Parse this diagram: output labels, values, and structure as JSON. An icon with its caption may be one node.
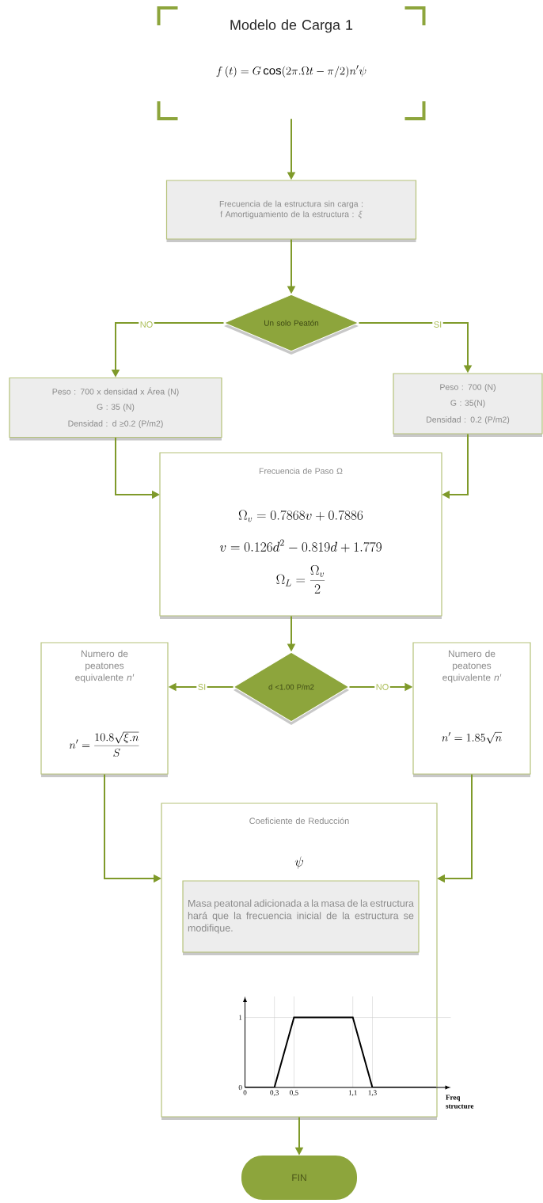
{
  "diagram": {
    "nodes": [
      {
        "text": [
          "Modelo de Carga 1",
          "f\\left(t\\right)=G\\cos(2\\pi.\\Omega t-\\pi/2)n'\\psi"
        ]
      },
      {
        "text": [
          "Frecuencia de la estructura sin carga : f Amortiguamiento de la estructura : *ξ*"
        ]
      },
      {
        "text": [
          "Un solo Peatón"
        ]
      },
      {
        "text": [
          "Peso : 700 x densidad x Área (N)",
          "G : 35 (N)",
          "Densidad : d ≥0.2 (P/m2)"
        ]
      },
      {
        "text": [
          "Peso : 700 (N)",
          "G : 35(N)",
          "Densidad : 0.2 (P/m2)"
        ]
      },
      {
        "text": [
          "Frecuencia de Paso Ω",
          "\\Omega_{v}=0.7868v+0.7886",
          "v=0.126d^{2}-0.819d+1.779",
          "\\Omega_{L}=\\frac{\\Omega_{v}}{2}"
        ]
      },
      {
        "text": [
          "d <1.00 P/m2"
        ]
      },
      {
        "text": [
          "Numero de peatones equivalente *n′*",
          "n'=\\frac{10.8\\sqrt{\\xi.n}}{S}"
        ]
      },
      {
        "text": [
          "Numero de peatones equivalente *n′*",
          "n'=1.85\\sqrt{n}"
        ]
      },
      {
        "text": [
          "Coeficiente de Reducción",
          "\\psi"
        ]
      },
      {
        "text": [
          "Masa peatonal adicionada a la masa de la estructura hará que la frecuencia inicial de la estructura se modifique."
        ],
        "in": 9
      },
      {
        "text": [
          "FIN"
        ]
      }
    ],
    "edges": [
      {
        "from": 0,
        "to": 1,
        "arrow": "to"
      },
      {
        "from": 1,
        "to": 2,
        "arrow": "to"
      },
      {
        "from": 2,
        "to": 3,
        "arrow": "to",
        "label": "NO"
      },
      {
        "from": 2,
        "to": 4,
        "arrow": "to",
        "label": "SI"
      },
      {
        "from": 3,
        "to": 5,
        "arrow": "to"
      },
      {
        "from": 4,
        "to": 5,
        "arrow": "to"
      },
      {
        "from": 5,
        "to": 6,
        "arrow": "to"
      },
      {
        "from": 6,
        "to": 7,
        "arrow": "to",
        "label": "SI"
      },
      {
        "from": 6,
        "to": 8,
        "arrow": "to",
        "label": "NO"
      },
      {
        "from": 7,
        "to": 9,
        "arrow": "to"
      },
      {
        "from": 8,
        "to": 9,
        "arrow": "to"
      },
      {
        "from": 9,
        "to": 11,
        "arrow": "to"
      }
    ],
    "chart_data": {
      "type": "line",
      "xlabel": "Freq structure",
      "x": [
        0,
        0.3,
        0.5,
        1.1,
        1.3,
        1.95
      ],
      "series": [
        {
          "color": "#000000",
          "values": [
            0,
            0,
            1,
            1,
            0,
            0
          ]
        }
      ],
      "xlim": [
        0,
        2.1
      ],
      "ylim": [
        0,
        1.3
      ],
      "xticks": [
        0,
        {
          "value": 0.3,
          "label": "0,3"
        },
        {
          "value": 0.5,
          "label": "0,5"
        },
        {
          "value": 1.1,
          "label": "1,1"
        },
        {
          "value": 1.3,
          "label": "1,3"
        }
      ],
      "yticks": [
        0,
        1
      ],
      "grid": true
    }
  }
}
